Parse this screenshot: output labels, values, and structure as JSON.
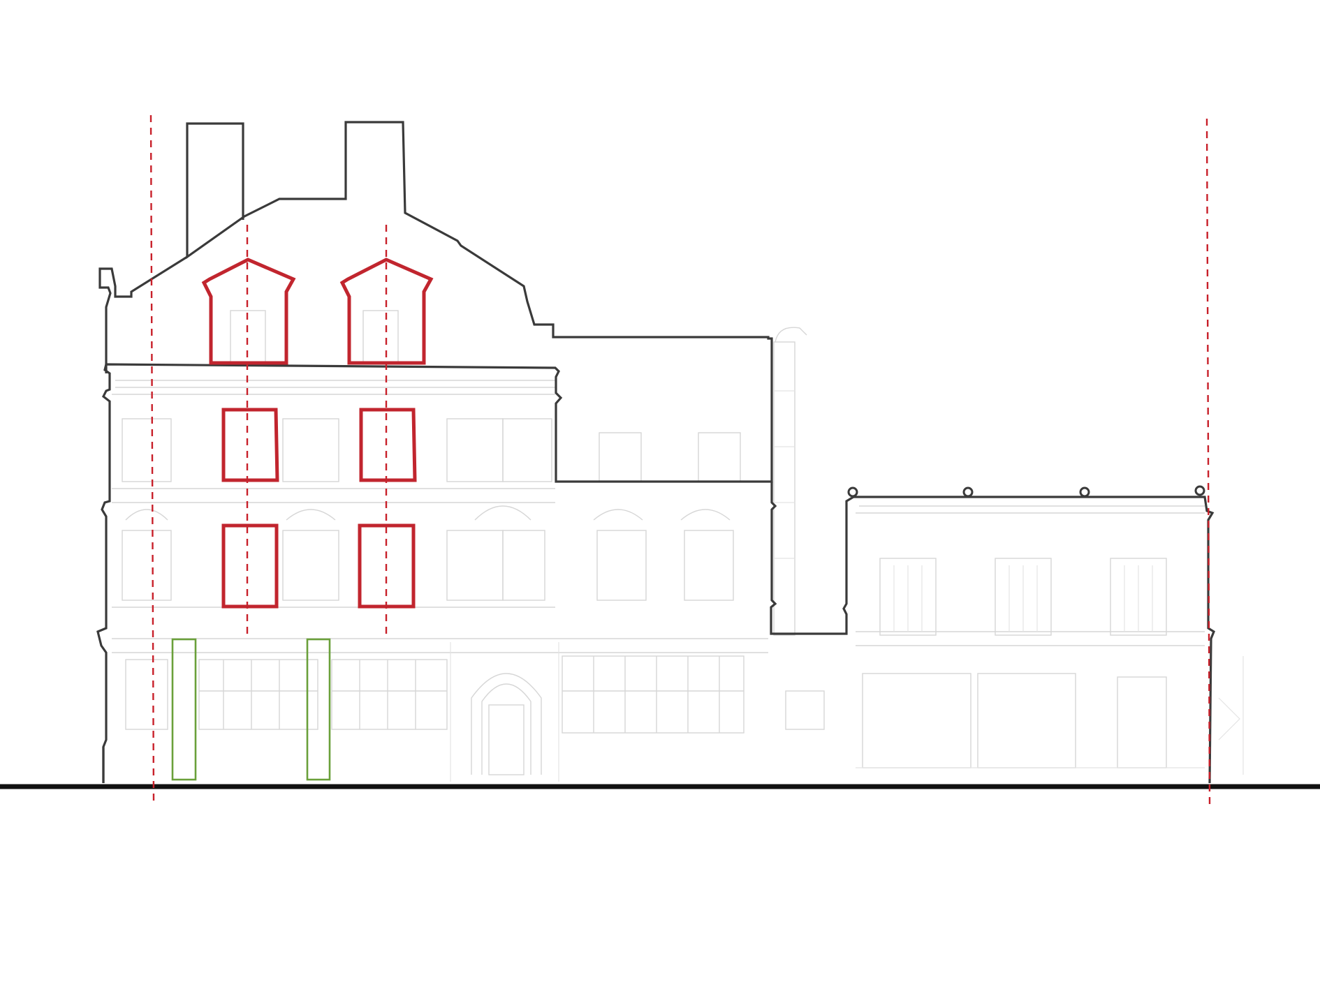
{
  "drawing": {
    "type": "building-elevation",
    "colors": {
      "background": "#ffffff",
      "outline": "#3a3a3a",
      "ground": "#111111",
      "axis": "#c8202a",
      "window": "#c1252e",
      "door": "#6aa03a",
      "faint_detail": "#d6d6d6"
    },
    "elements": {
      "axis_lines": 4,
      "highlighted_windows": 6,
      "highlighted_doors": 2,
      "roof_finials": 4
    }
  }
}
